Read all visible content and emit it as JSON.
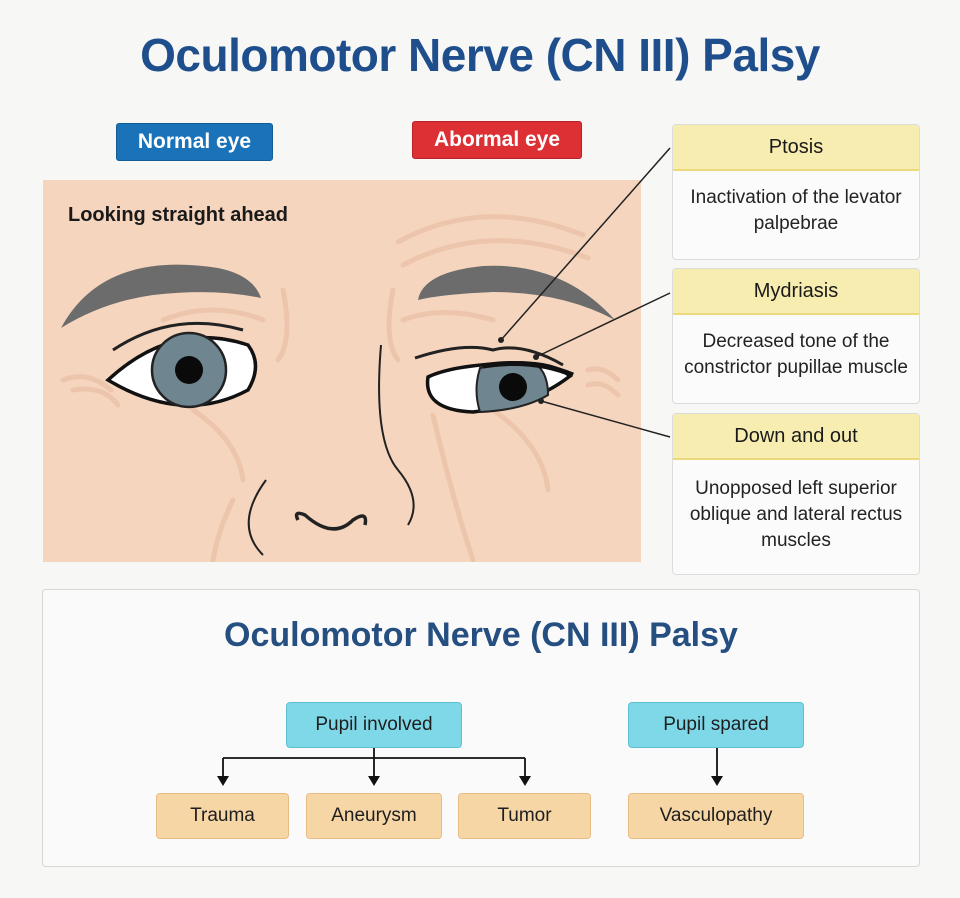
{
  "header": {
    "title": "Oculomotor Nerve (CN III) Palsy"
  },
  "tags": {
    "normal": "Normal eye",
    "abnormal": "Abormal eye"
  },
  "illustration": {
    "label": "Looking straight ahead"
  },
  "callouts": [
    {
      "title": "Ptosis",
      "description": "Inactivation of the levator palpebrae"
    },
    {
      "title": "Mydriasis",
      "description": "Decreased tone of the constrictor pupillae muscle"
    },
    {
      "title": "Down and out",
      "description": "Unopposed left superior oblique and lateral rectus muscles"
    }
  ],
  "flowchart": {
    "title": "Oculomotor Nerve (CN III) Palsy",
    "groups": [
      {
        "label": "Pupil involved",
        "children": [
          "Trauma",
          "Aneurysm",
          "Tumor"
        ]
      },
      {
        "label": "Pupil spared",
        "children": [
          "Vasculopathy"
        ]
      }
    ]
  },
  "colors": {
    "title": "#1f4e8c",
    "normal_tag": "#1a73b8",
    "abnormal_tag": "#dc3034",
    "skin": "#f5d5bd",
    "callout_header": "#f7edb1",
    "cause_node": "#7fd8e8",
    "effect_node": "#f7d6a6"
  }
}
